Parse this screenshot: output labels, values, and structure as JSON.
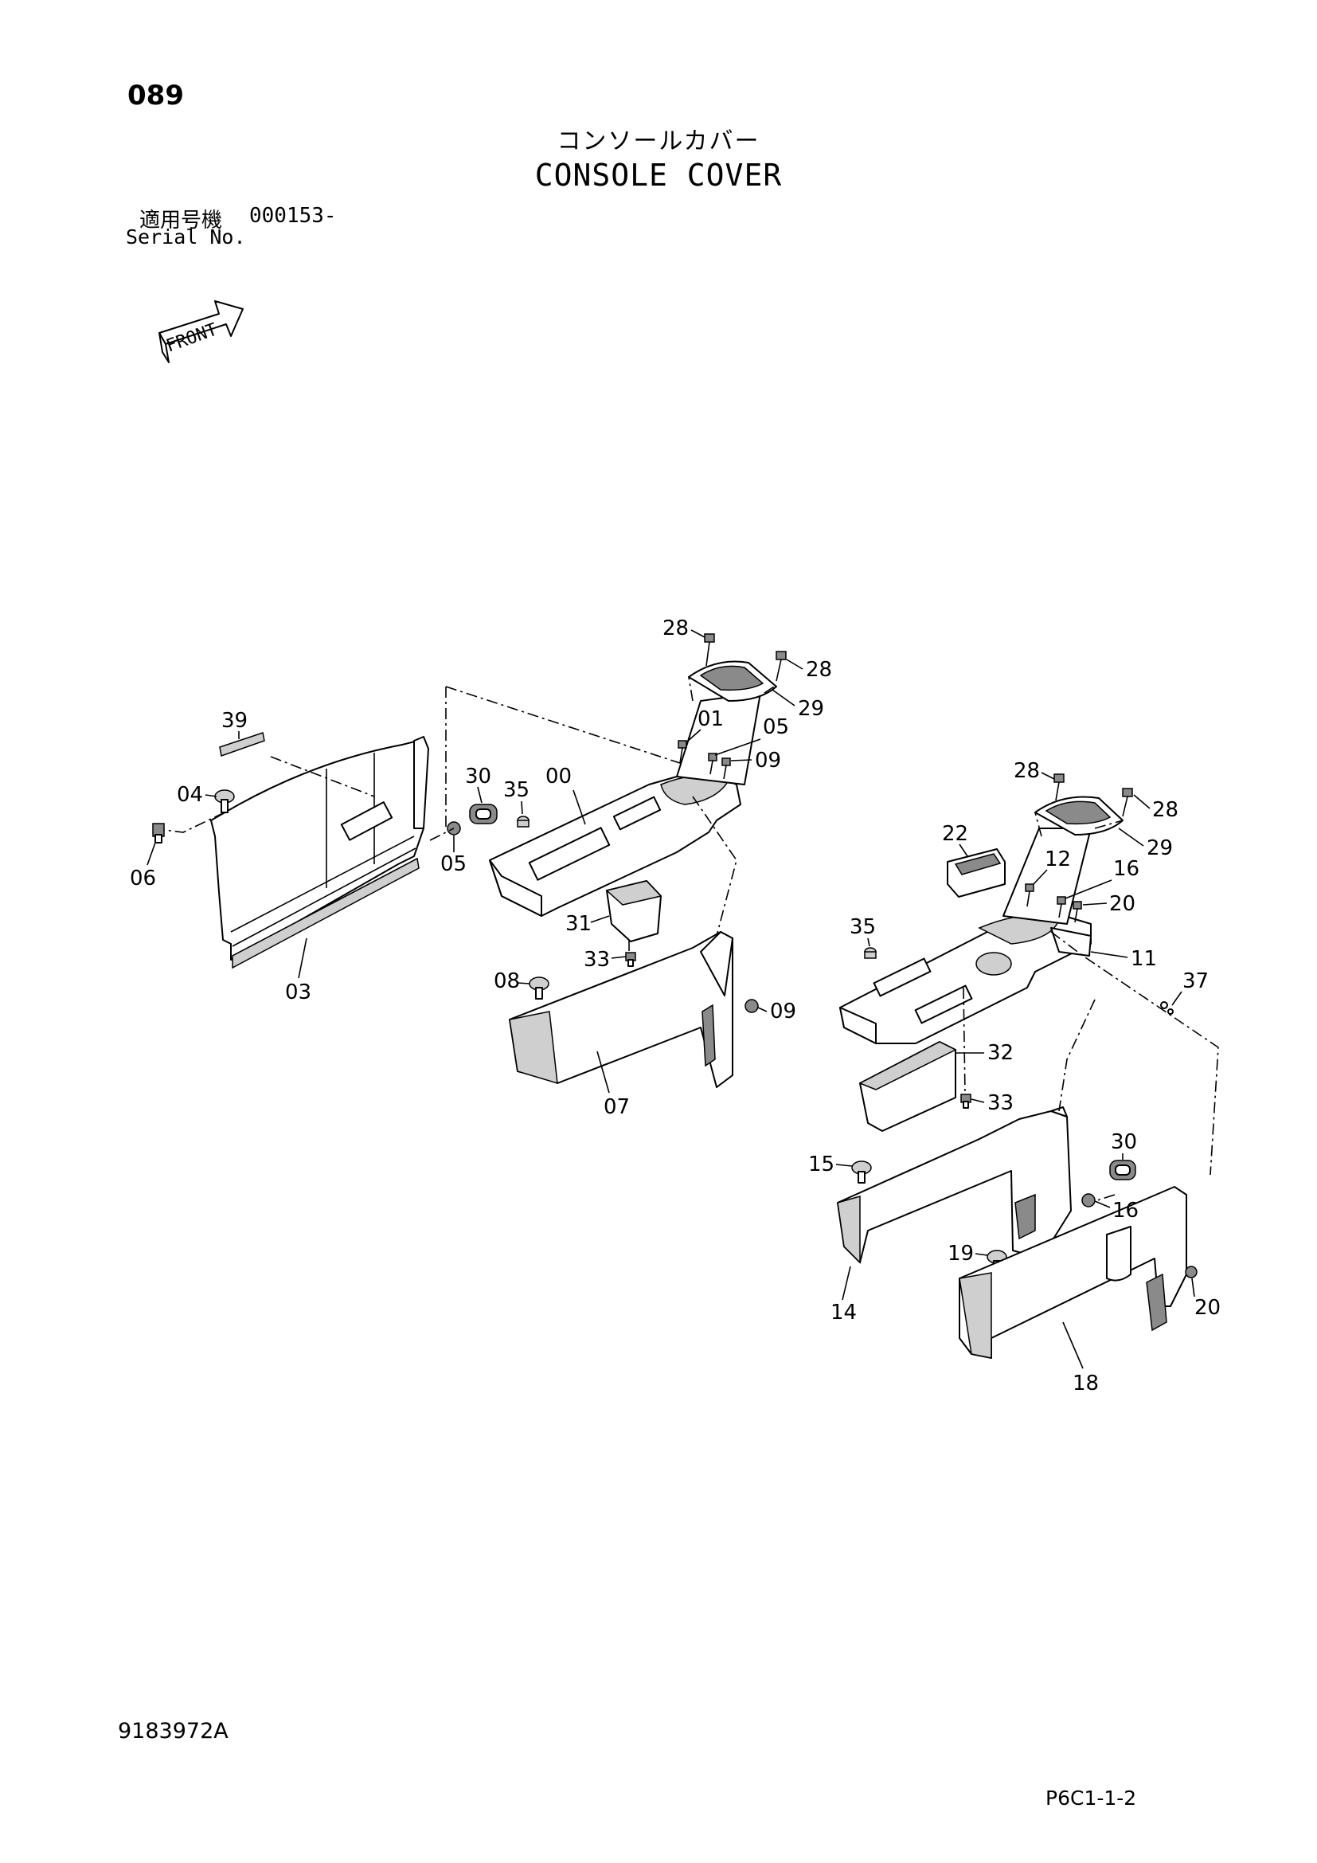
{
  "page": {
    "number": "089",
    "title_jp": "コンソールカバー",
    "title_en": "CONSOLE COVER",
    "serial_label_jp": "適用号機",
    "serial_value": "000153-",
    "serial_label_en": "Serial No.",
    "doc_number": "9183972A",
    "page_code": "P6C1-1-2"
  },
  "orientation": {
    "label": "FRONT",
    "icon": "front-arrow-icon"
  },
  "callouts_left": {
    "c39": "39",
    "c04": "04",
    "c06": "06",
    "c05a": "05",
    "c03": "03",
    "c30": "30",
    "c35": "35",
    "c00": "00",
    "c28a": "28",
    "c28b": "28",
    "c29": "29",
    "c01": "01",
    "c05b": "05",
    "c09a": "09",
    "c31": "31",
    "c33": "33",
    "c08": "08",
    "c09b": "09",
    "c07": "07"
  },
  "callouts_right": {
    "c28a": "28",
    "c28b": "28",
    "c29": "29",
    "c22": "22",
    "c12": "12",
    "c16a": "16",
    "c20a": "20",
    "c35": "35",
    "c11": "11",
    "c37": "37",
    "c32": "32",
    "c33": "33",
    "c30": "30",
    "c15": "15",
    "c16b": "16",
    "c19": "19",
    "c14": "14",
    "c20b": "20",
    "c18": "18"
  }
}
